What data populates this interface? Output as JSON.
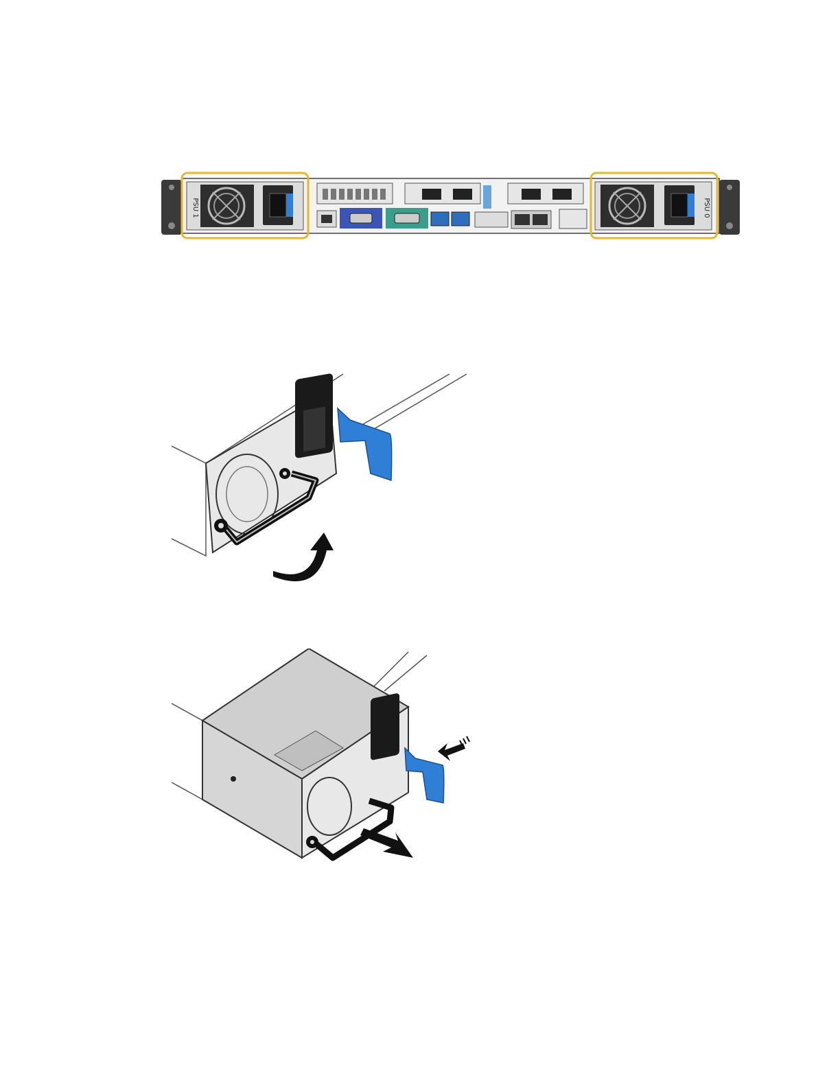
{
  "figures": {
    "chassis": {
      "psu_left_label": "PSU 1",
      "psu_right_label": "PSU 0",
      "highlight_color": "#e8b72a",
      "latch_color": "#2f7fd6"
    },
    "handle_step": {
      "motion": "rotate-handle-up",
      "latch_color": "#2f7fd6"
    },
    "remove_step": {
      "motion": "press-latch-pull-out",
      "latch_color": "#2f7fd6"
    }
  }
}
